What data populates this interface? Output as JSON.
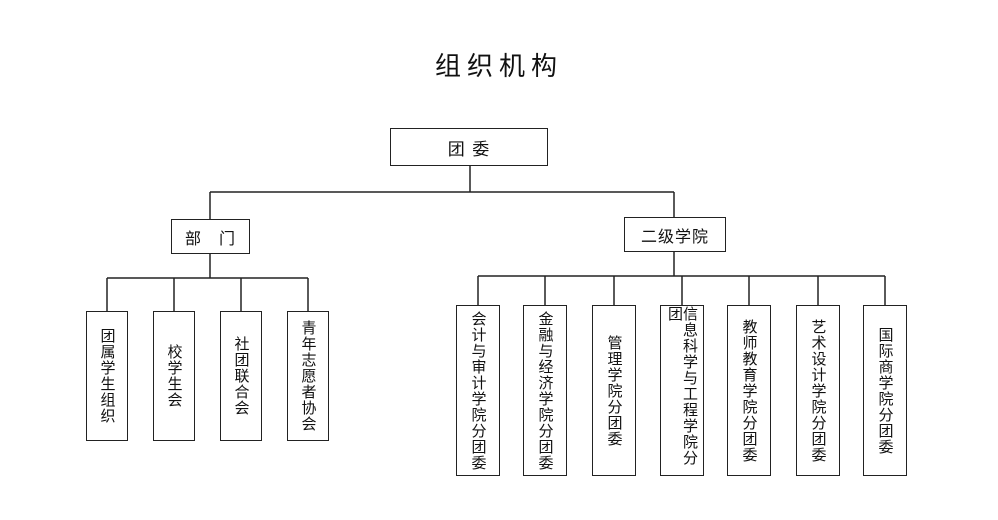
{
  "title": "组织机构",
  "root": "团 委",
  "branches": [
    {
      "label": "部　门",
      "children": [
        "团属学生组织",
        "校学生会",
        "社团联合会",
        "青年志愿者协会"
      ]
    },
    {
      "label": "二级学院",
      "children": [
        "会计与审计学院分团委",
        "金融与经济学院分团委",
        "管理学院分团委",
        "信息科学与工程学院分团",
        "教师教育学院分团委",
        "艺术设计学院分团委",
        "国际商学院分团委"
      ]
    }
  ]
}
